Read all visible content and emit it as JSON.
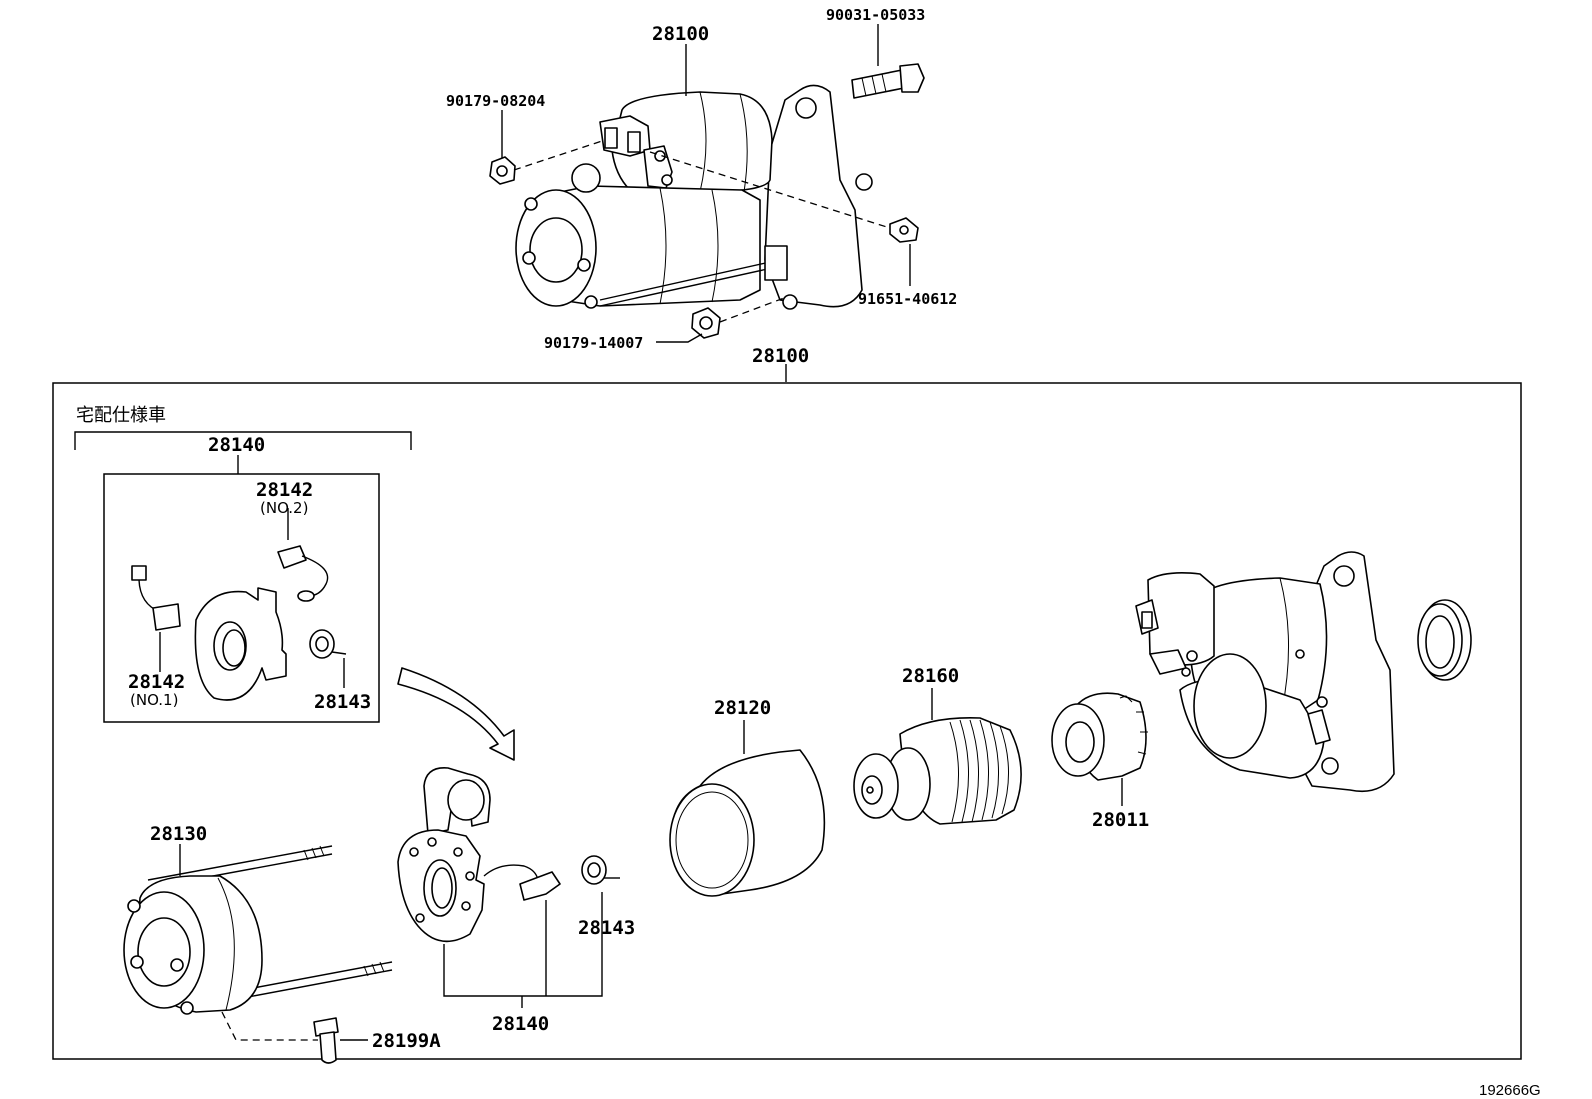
{
  "diagram_id": "192666G",
  "variant_label": "宅配仕様車",
  "assembly": {
    "part_no": "28100",
    "fasteners": [
      {
        "part_no": "90031-05033"
      },
      {
        "part_no": "90179-08204"
      },
      {
        "part_no": "91651-40612"
      },
      {
        "part_no": "90179-14007"
      }
    ]
  },
  "exploded_group_label": "28100",
  "variant_kit": {
    "part_no": "28140",
    "brushes": [
      {
        "part_no": "28142",
        "note": "(NO.2)"
      },
      {
        "part_no": "28142",
        "note": "(NO.1)"
      }
    ],
    "spring": {
      "part_no": "28143"
    }
  },
  "components": [
    {
      "part_no": "28130"
    },
    {
      "part_no": "28199A"
    },
    {
      "part_no": "28140"
    },
    {
      "part_no": "28143"
    },
    {
      "part_no": "28120"
    },
    {
      "part_no": "28160"
    },
    {
      "part_no": "28011"
    }
  ]
}
